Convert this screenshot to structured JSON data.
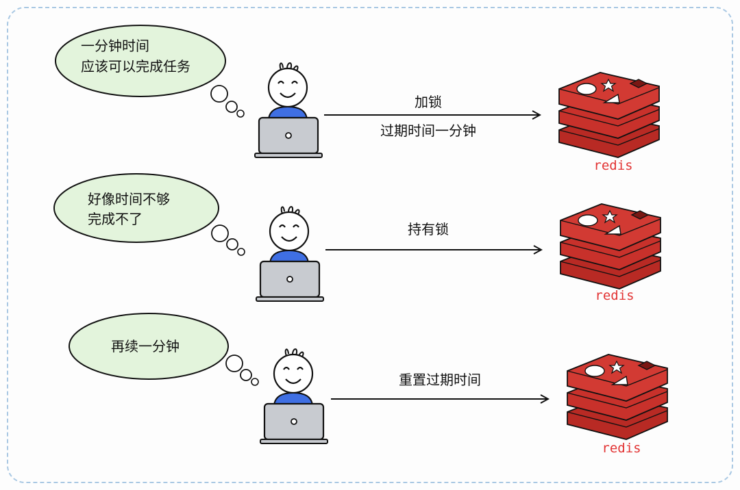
{
  "rows": [
    {
      "thought_lines": [
        "一分钟时间",
        "应该可以完成任务"
      ],
      "arrow_lines": [
        "加锁",
        "过期时间一分钟"
      ],
      "store_label": "redis"
    },
    {
      "thought_lines": [
        "好像时间不够",
        "完成不了"
      ],
      "arrow_lines": [
        "持有锁"
      ],
      "store_label": "redis"
    },
    {
      "thought_lines": [
        "再续一分钟"
      ],
      "arrow_lines": [
        "重置过期时间"
      ],
      "store_label": "redis"
    }
  ],
  "colors": {
    "bubble_fill": "#e3f4dc",
    "shirt": "#3f6fe3",
    "laptop": "#c8cbd0",
    "redis_red": "#c8312b",
    "redis_text": "#e23333",
    "frame_border": "#a9c8e3"
  }
}
